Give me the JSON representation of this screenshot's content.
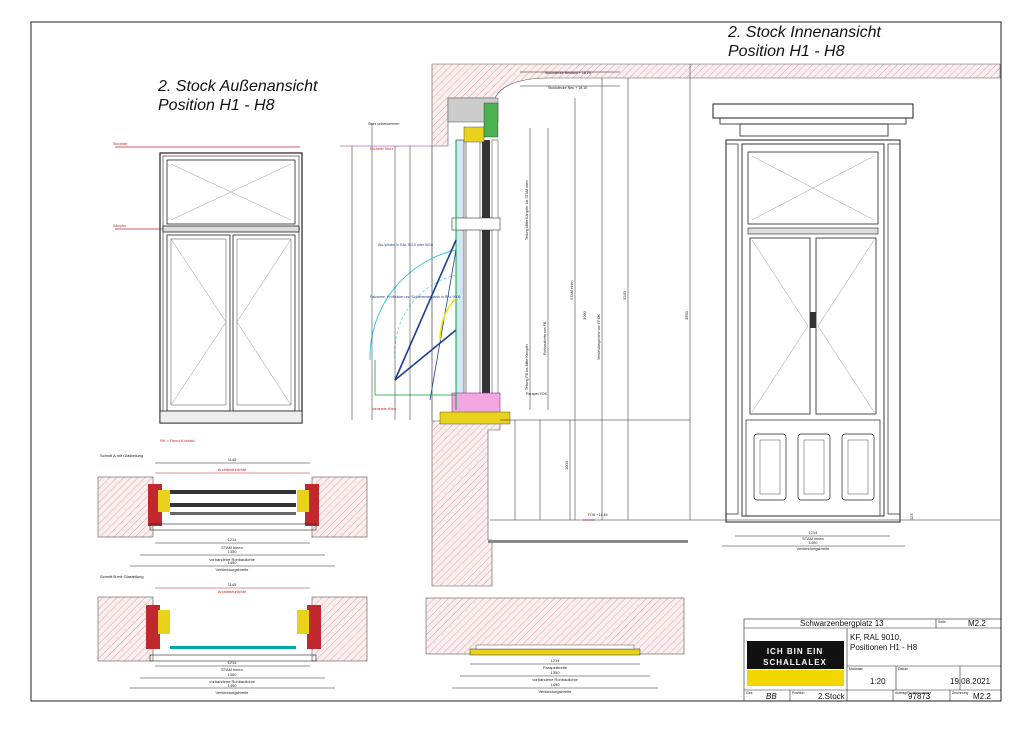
{
  "titles": {
    "exterior": {
      "line1": "2. Stock Außenansicht",
      "line2": "Position H1 - H8"
    },
    "interior": {
      "line1": "2. Stock Innenansicht",
      "line2": "Position H1 - H8"
    }
  },
  "section_labels": {
    "cut_a": "Schnitt A mit Glasteilung",
    "cut_b": "Schnitt B mit Glasteilung",
    "legend_rk": "RK = Reed-Kontakt"
  },
  "plan_labels": {
    "architecture": "Architekturlichte",
    "stam_innen": "STAM innen",
    "rohbau": "vorhandene Rohbaulichte",
    "verkleidung": "Verkleidungsbreite",
    "parapet": "Parapetbreite",
    "dim_1145": "1145",
    "dim_1214": "1214",
    "dim_1350": "1350",
    "dim_1490": "1490",
    "dim_1450": "1450"
  },
  "vertical_labels": {
    "stockdecke_bestand": "Stockdecke Bestand + 18,20",
    "stockdecke_neu": "Stockdecke Neu + 18,10",
    "sturz": "Sturz unbenommen",
    "hoher_sturz": "höchster Sturz",
    "alu_winkel": "Alu-Winkel in RAL 9010 oder 9016",
    "falzarme": "Falzarme, Profilräder und Schiebemechanik in RAL 9006",
    "niedere_hoehe": "niederste Höhe",
    "fok": "FOK +14,45",
    "teilung_oben": "Teilung Mitte Kämpfer bis STAM oben",
    "teilung_unten": "Teilung FB bis Mitte Kämpfer",
    "rohbau_fb": "Rohbaulichte von FB",
    "stam_innen_v": "STAM innen",
    "verkleidung_fok": "Verkleidungshöhe von FFOK",
    "parapet_fok": "Parapet FOK",
    "dim_3550": "3550",
    "dim_3250": "3250",
    "dim_3090": "3090",
    "dim_1000": "1000",
    "dim_125": "125"
  },
  "interior_labels": {
    "dim_1214": "1214",
    "stam_innen": "STAM innen",
    "dim_1490": "1490",
    "verkleidung": "Verkleidungsbreite"
  },
  "title_block": {
    "project": "Schwarzenbergplatz 13",
    "sheet_label": "Seite",
    "sheet_no": "M2.2",
    "desc_line1": "KF, RAL 9010,",
    "desc_line2": "Positionen H1 - H8",
    "logo_line1": "ICH BIN EIN",
    "logo_line2": "SCHALLALEX",
    "scale_label": "Maßstab",
    "scale": "1:20",
    "date_label": "Datum",
    "date": "19.08.2021",
    "drawn_label": "Gez.",
    "drawn_by": "BB",
    "position_label": "Position",
    "position": "2.Stock",
    "order_label": "Auftrag/Projektnummer",
    "order": "97873",
    "drawing_label": "Zeichnung",
    "drawing": "M2.2"
  }
}
